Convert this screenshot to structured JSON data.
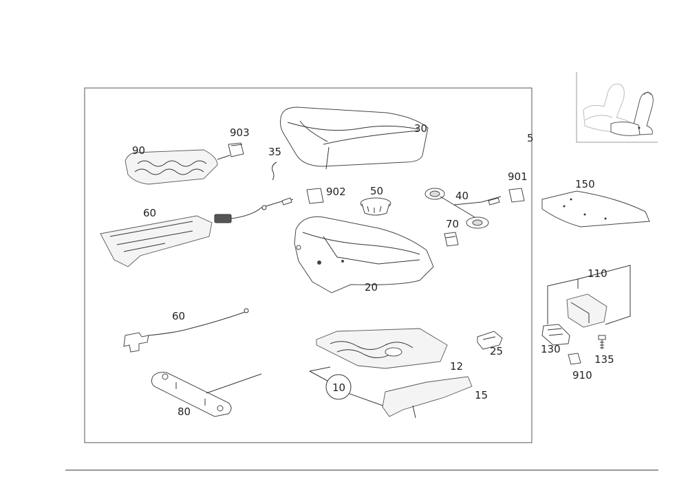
{
  "labels": {
    "p5": "5",
    "p10": "10",
    "p12": "12",
    "p15": "15",
    "p20": "20",
    "p25": "25",
    "p30": "30",
    "p35": "35",
    "p40": "40",
    "p50": "50",
    "p60a": "60",
    "p60b": "60",
    "p70": "70",
    "p80": "80",
    "p90": "90",
    "p110": "110",
    "p130": "130",
    "p135": "135",
    "p150": "150",
    "p901": "901",
    "p902": "902",
    "p903": "903",
    "p910": "910"
  },
  "icons": {
    "overview": "seat-location-thumbnail-icon"
  }
}
